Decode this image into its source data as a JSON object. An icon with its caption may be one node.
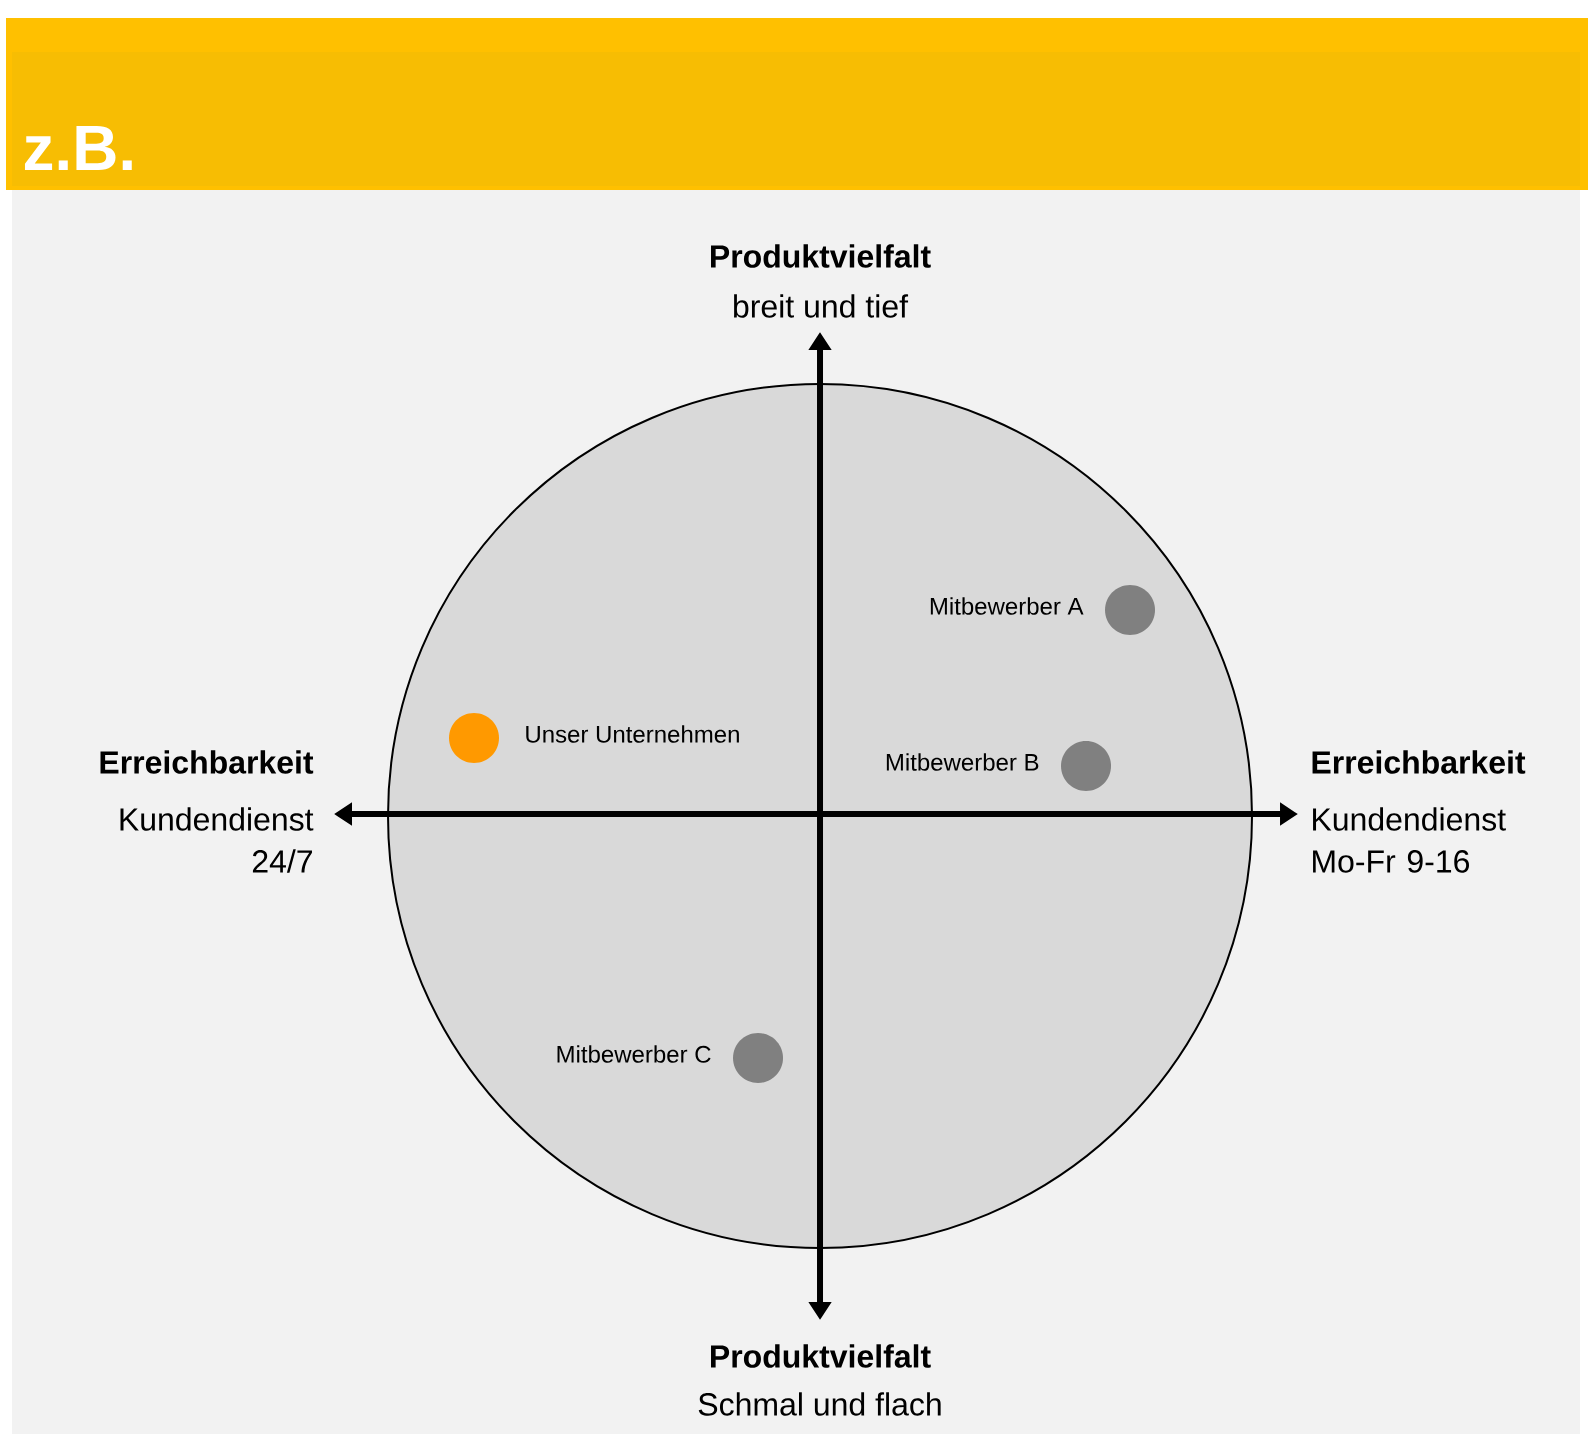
{
  "diagram": {
    "title": "z.B.",
    "nodes": [
      {
        "text": [],
        "shape": "circle",
        "beside": [
          "Mitbewerber A"
        ]
      },
      {
        "text": [],
        "shape": "circle",
        "beside": [
          "Unser Unternehmen"
        ]
      },
      {
        "text": [],
        "shape": "circle",
        "beside": [
          "Mitbewerber B"
        ]
      },
      {
        "text": [],
        "shape": "circle",
        "beside": [
          "Mitbewerber C"
        ]
      }
    ],
    "labels": [
      "Produktvielfalt",
      "breit und tief",
      "Erreichbarkeit",
      "Kundendienst 24/7",
      "Erreichbarkeit",
      "Kundendienst Mo-Fr 9-16",
      "Produktvielfalt",
      "Schmal und flach"
    ]
  }
}
